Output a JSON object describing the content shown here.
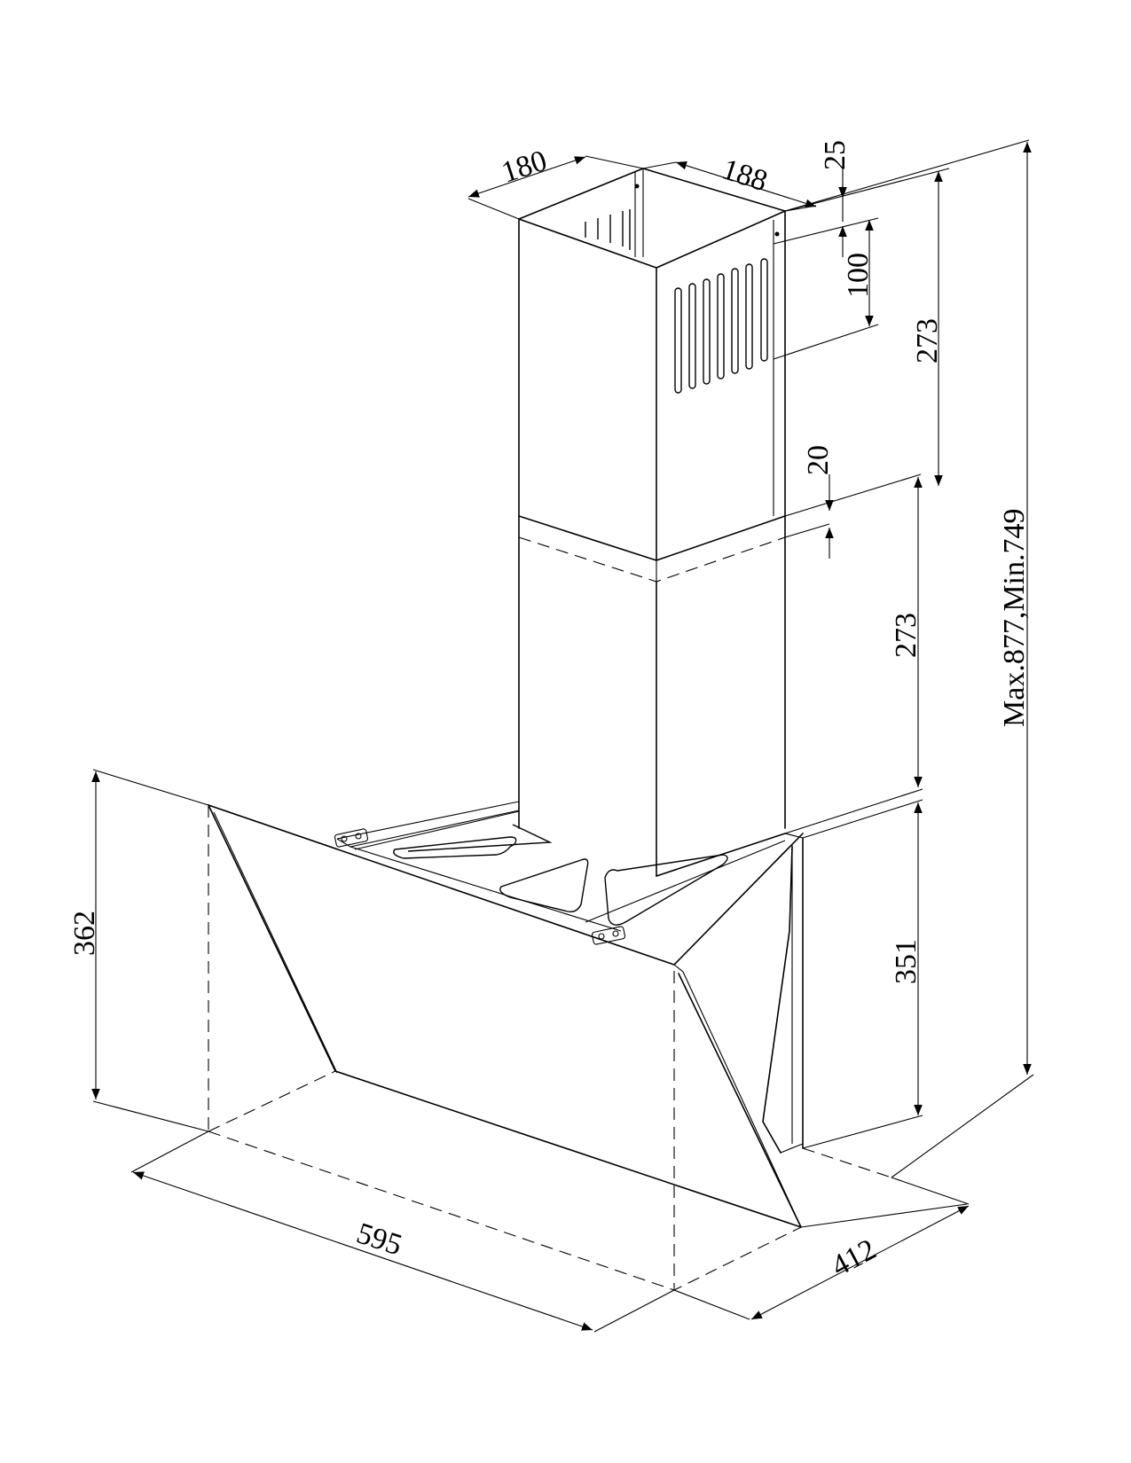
{
  "dimensions": {
    "chimney_depth": "180",
    "chimney_width": "188",
    "top_offset": "25",
    "vent_height": "100",
    "upper_chimney_height": "273",
    "overlap": "20",
    "lower_chimney_height": "273",
    "total_height": "Max.877,Min.749",
    "hood_height_front": "362",
    "hood_height_back": "351",
    "hood_width": "595",
    "hood_depth": "412"
  }
}
